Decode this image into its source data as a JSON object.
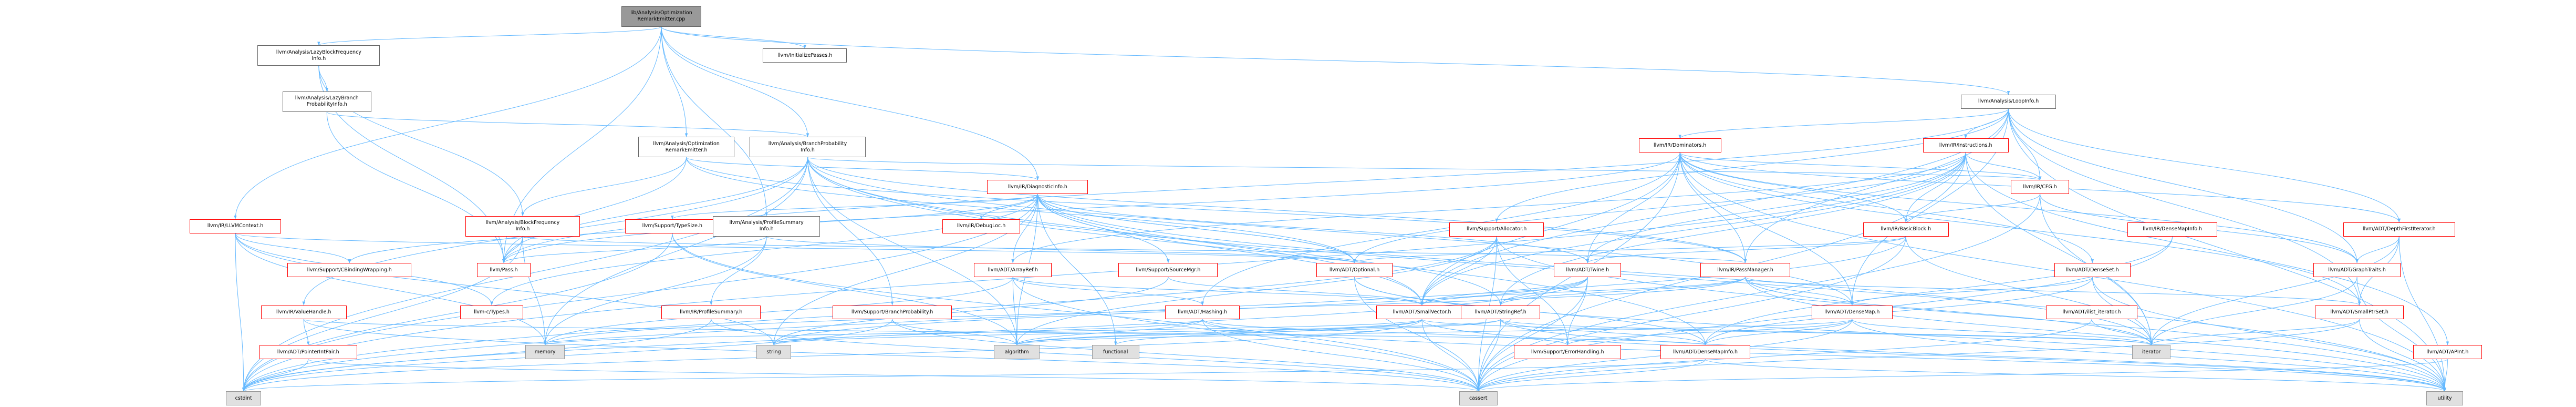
{
  "nodes": [
    {
      "id": "root",
      "label": "lib/Analysis/Optimization\nRemarkEmitter.cpp",
      "kind": "root"
    },
    {
      "id": "lazybfi",
      "label": "llvm/Analysis/LazyBlockFrequency\nInfo.h",
      "kind": "plain"
    },
    {
      "id": "initpasses",
      "label": "llvm/InitializePasses.h",
      "kind": "plain"
    },
    {
      "id": "loopinfo",
      "label": "llvm/Analysis/LoopInfo.h",
      "kind": "plain"
    },
    {
      "id": "lazybpi",
      "label": "llvm/Analysis/LazyBranch\nProbabilityInfo.h",
      "kind": "plain"
    },
    {
      "id": "ore",
      "label": "llvm/Analysis/Optimization\nRemarkEmitter.h",
      "kind": "plain"
    },
    {
      "id": "bpi",
      "label": "llvm/Analysis/BranchProbability\nInfo.h",
      "kind": "plain"
    },
    {
      "id": "dominators",
      "label": "llvm/IR/Dominators.h",
      "kind": "red"
    },
    {
      "id": "instructions",
      "label": "llvm/IR/Instructions.h",
      "kind": "red"
    },
    {
      "id": "diaginfo",
      "label": "llvm/IR/DiagnosticInfo.h",
      "kind": "red"
    },
    {
      "id": "cfg",
      "label": "llvm/IR/CFG.h",
      "kind": "red"
    },
    {
      "id": "llvmcontext",
      "label": "llvm/IR/LLVMContext.h",
      "kind": "red"
    },
    {
      "id": "blockfreq",
      "label": "llvm/Analysis/BlockFrequency\nInfo.h",
      "kind": "red"
    },
    {
      "id": "typesize",
      "label": "llvm/Support/TypeSize.h",
      "kind": "red"
    },
    {
      "id": "profsummaryinfo",
      "label": "llvm/Analysis/ProfileSummary\nInfo.h",
      "kind": "plain"
    },
    {
      "id": "debugloc",
      "label": "llvm/IR/DebugLoc.h",
      "kind": "red"
    },
    {
      "id": "allocator",
      "label": "llvm/Support/Allocator.h",
      "kind": "red"
    },
    {
      "id": "basicblock",
      "label": "llvm/IR/BasicBlock.h",
      "kind": "red"
    },
    {
      "id": "densemapinfo",
      "label": "llvm/IR/DenseMapInfo.h",
      "kind": "red"
    },
    {
      "id": "depthfirst",
      "label": "llvm/ADT/DepthFirstIterator.h",
      "kind": "red"
    },
    {
      "id": "cbinding",
      "label": "llvm/Support/CBindingWrapping.h",
      "kind": "red"
    },
    {
      "id": "pass",
      "label": "llvm/Pass.h",
      "kind": "red"
    },
    {
      "id": "arrayref",
      "label": "llvm/ADT/ArrayRef.h",
      "kind": "red"
    },
    {
      "id": "sourcemgr",
      "label": "llvm/Support/SourceMgr.h",
      "kind": "red"
    },
    {
      "id": "optional",
      "label": "llvm/ADT/Optional.h",
      "kind": "red"
    },
    {
      "id": "twine",
      "label": "llvm/ADT/Twine.h",
      "kind": "red"
    },
    {
      "id": "passmanager",
      "label": "llvm/IR/PassManager.h",
      "kind": "red"
    },
    {
      "id": "denseset",
      "label": "llvm/ADT/DenseSet.h",
      "kind": "red"
    },
    {
      "id": "graphtraits",
      "label": "llvm/ADT/GraphTraits.h",
      "kind": "red"
    },
    {
      "id": "valuehandle",
      "label": "llvm/IR/ValueHandle.h",
      "kind": "red"
    },
    {
      "id": "ctypes",
      "label": "llvm-c/Types.h",
      "kind": "red"
    },
    {
      "id": "profilesummary",
      "label": "llvm/IR/ProfileSummary.h",
      "kind": "red"
    },
    {
      "id": "branchprob",
      "label": "llvm/Support/BranchProbability.h",
      "kind": "red"
    },
    {
      "id": "hashing",
      "label": "llvm/ADT/Hashing.h",
      "kind": "red"
    },
    {
      "id": "smallvector",
      "label": "llvm/ADT/SmallVector.h",
      "kind": "red"
    },
    {
      "id": "stringref",
      "label": "llvm/ADT/StringRef.h",
      "kind": "red"
    },
    {
      "id": "densemap",
      "label": "llvm/ADT/DenseMap.h",
      "kind": "red"
    },
    {
      "id": "ilistiterator",
      "label": "llvm/ADT/ilist_iterator.h",
      "kind": "red"
    },
    {
      "id": "smallptrset",
      "label": "llvm/ADT/SmallPtrSet.h",
      "kind": "red"
    },
    {
      "id": "apint",
      "label": "llvm/ADT/APInt.h",
      "kind": "red"
    },
    {
      "id": "ptrintpair",
      "label": "llvm/ADT/PointerIntPair.h",
      "kind": "red"
    },
    {
      "id": "memory",
      "label": "memory",
      "kind": "gray"
    },
    {
      "id": "string",
      "label": "string",
      "kind": "gray"
    },
    {
      "id": "algorithm",
      "label": "algorithm",
      "kind": "gray"
    },
    {
      "id": "functional",
      "label": "functional",
      "kind": "gray"
    },
    {
      "id": "errorhandling",
      "label": "llvm/Support/ErrorHandling.h",
      "kind": "red"
    },
    {
      "id": "densemapinfo2",
      "label": "llvm/ADT/DenseMapInfo.h",
      "kind": "red"
    },
    {
      "id": "iterator",
      "label": "iterator",
      "kind": "gray"
    },
    {
      "id": "cstdint",
      "label": "cstdint",
      "kind": "gray"
    },
    {
      "id": "cassert",
      "label": "cassert",
      "kind": "gray"
    },
    {
      "id": "utility",
      "label": "utility",
      "kind": "gray"
    }
  ],
  "edges": [
    [
      "root",
      "lazybfi"
    ],
    [
      "root",
      "initpasses"
    ],
    [
      "root",
      "loopinfo"
    ],
    [
      "root",
      "ore"
    ],
    [
      "root",
      "bpi"
    ],
    [
      "root",
      "diaginfo"
    ],
    [
      "root",
      "llvmcontext"
    ],
    [
      "root",
      "pass"
    ],
    [
      "root",
      "profsummaryinfo"
    ],
    [
      "lazybfi",
      "lazybpi"
    ],
    [
      "lazybfi",
      "blockfreq"
    ],
    [
      "lazybfi",
      "pass"
    ],
    [
      "lazybpi",
      "bpi"
    ],
    [
      "lazybpi",
      "pass"
    ],
    [
      "loopinfo",
      "dominators"
    ],
    [
      "loopinfo",
      "instructions"
    ],
    [
      "loopinfo",
      "cfg"
    ],
    [
      "loopinfo",
      "allocator"
    ],
    [
      "loopinfo",
      "depthfirst"
    ],
    [
      "loopinfo",
      "graphtraits"
    ],
    [
      "loopinfo",
      "passmanager"
    ],
    [
      "loopinfo",
      "smallptrset"
    ],
    [
      "loopinfo",
      "densemap"
    ],
    [
      "loopinfo",
      "smallvector"
    ],
    [
      "loopinfo",
      "pass"
    ],
    [
      "loopinfo",
      "utility"
    ],
    [
      "ore",
      "diaginfo"
    ],
    [
      "ore",
      "blockfreq"
    ],
    [
      "ore",
      "optional"
    ],
    [
      "ore",
      "passmanager"
    ],
    [
      "ore",
      "pass"
    ],
    [
      "bpi",
      "cfg"
    ],
    [
      "bpi",
      "passmanager"
    ],
    [
      "bpi",
      "branchprob"
    ],
    [
      "bpi",
      "densemap"
    ],
    [
      "bpi",
      "densemapinfo2"
    ],
    [
      "bpi",
      "smallvector"
    ],
    [
      "bpi",
      "valuehandle"
    ],
    [
      "bpi",
      "pass"
    ],
    [
      "bpi",
      "cstdint"
    ],
    [
      "bpi",
      "memory"
    ],
    [
      "bpi",
      "algorithm"
    ],
    [
      "bpi",
      "utility"
    ],
    [
      "dominators",
      "cfg"
    ],
    [
      "dominators",
      "basicblock"
    ],
    [
      "dominators",
      "passmanager"
    ],
    [
      "dominators",
      "densemap"
    ],
    [
      "dominators",
      "denseset"
    ],
    [
      "dominators",
      "depthfirst"
    ],
    [
      "dominators",
      "graphtraits"
    ],
    [
      "dominators",
      "hashing"
    ],
    [
      "dominators",
      "smallptrset"
    ],
    [
      "dominators",
      "smallvector"
    ],
    [
      "dominators",
      "twine"
    ],
    [
      "dominators",
      "pass"
    ],
    [
      "dominators",
      "cassert"
    ],
    [
      "dominators",
      "utility"
    ],
    [
      "instructions",
      "cfg"
    ],
    [
      "instructions",
      "basicblock"
    ],
    [
      "instructions",
      "arrayref"
    ],
    [
      "instructions",
      "optional"
    ],
    [
      "instructions",
      "smallvector"
    ],
    [
      "instructions",
      "stringref"
    ],
    [
      "instructions",
      "twine"
    ],
    [
      "instructions",
      "iterator"
    ],
    [
      "instructions",
      "cassert"
    ],
    [
      "instructions",
      "cstdint"
    ],
    [
      "instructions",
      "apint"
    ],
    [
      "diaginfo",
      "debugloc"
    ],
    [
      "diaginfo",
      "arrayref"
    ],
    [
      "diaginfo",
      "optional"
    ],
    [
      "diaginfo",
      "smallvector"
    ],
    [
      "diaginfo",
      "stringref"
    ],
    [
      "diaginfo",
      "twine"
    ],
    [
      "diaginfo",
      "cbinding"
    ],
    [
      "diaginfo",
      "typesize"
    ],
    [
      "diaginfo",
      "sourcemgr"
    ],
    [
      "diaginfo",
      "ctypes"
    ],
    [
      "diaginfo",
      "algorithm"
    ],
    [
      "diaginfo",
      "cstdint"
    ],
    [
      "diaginfo",
      "functional"
    ],
    [
      "diaginfo",
      "iterator"
    ],
    [
      "diaginfo",
      "optional"
    ],
    [
      "diaginfo",
      "string"
    ],
    [
      "cfg",
      "basicblock"
    ],
    [
      "cfg",
      "graphtraits"
    ],
    [
      "cfg",
      "iterator"
    ],
    [
      "cfg",
      "cassert"
    ],
    [
      "cfg",
      "cstddef"
    ],
    [
      "llvmcontext",
      "cbinding"
    ],
    [
      "llvmcontext",
      "ctypes"
    ],
    [
      "llvmcontext",
      "optional"
    ],
    [
      "llvmcontext",
      "memory"
    ],
    [
      "llvmcontext",
      "string"
    ],
    [
      "llvmcontext",
      "cstdint"
    ],
    [
      "blockfreq",
      "pass"
    ],
    [
      "blockfreq",
      "passmanager"
    ],
    [
      "blockfreq",
      "cstdint"
    ],
    [
      "blockfreq",
      "memory"
    ],
    [
      "typesize",
      "algorithm"
    ],
    [
      "typesize",
      "cassert"
    ],
    [
      "typesize",
      "cstdint"
    ],
    [
      "profsummaryinfo",
      "profilesummary"
    ],
    [
      "profsummaryinfo",
      "pass"
    ],
    [
      "profsummaryinfo",
      "optional"
    ],
    [
      "profsummaryinfo",
      "memory"
    ],
    [
      "allocator",
      "smallvector"
    ],
    [
      "allocator",
      "errorhandling"
    ],
    [
      "allocator",
      "algorithm"
    ],
    [
      "allocator",
      "cassert"
    ],
    [
      "allocator",
      "cstdint"
    ],
    [
      "allocator",
      "utility"
    ],
    [
      "basicblock",
      "twine"
    ],
    [
      "basicblock",
      "iterator"
    ],
    [
      "basicblock",
      "cassert"
    ],
    [
      "basicblock",
      "cstdint"
    ],
    [
      "basicblock",
      "optional"
    ],
    [
      "densemapinfo",
      "densemapinfo2"
    ],
    [
      "densemapinfo",
      "cassert"
    ],
    [
      "depthfirst",
      "graphtraits"
    ],
    [
      "depthfirst",
      "smallptrset"
    ],
    [
      "depthfirst",
      "iterator"
    ],
    [
      "depthfirst",
      "utility"
    ],
    [
      "arrayref",
      "hashing"
    ],
    [
      "arrayref",
      "smallvector"
    ],
    [
      "arrayref",
      "algorithm"
    ],
    [
      "arrayref",
      "cassert"
    ],
    [
      "arrayref",
      "memory"
    ],
    [
      "sourcemgr",
      "smallvector"
    ],
    [
      "sourcemgr",
      "string"
    ],
    [
      "optional",
      "densemapinfo2"
    ],
    [
      "optional",
      "utility"
    ],
    [
      "optional",
      "cassert"
    ],
    [
      "twine",
      "smallvector"
    ],
    [
      "twine",
      "stringref"
    ],
    [
      "twine",
      "errorhandling"
    ],
    [
      "twine",
      "cassert"
    ],
    [
      "twine",
      "cstdint"
    ],
    [
      "twine",
      "string"
    ],
    [
      "passmanager",
      "densemap"
    ],
    [
      "passmanager",
      "smallptrset"
    ],
    [
      "passmanager",
      "smallvector"
    ],
    [
      "passmanager",
      "stringref"
    ],
    [
      "passmanager",
      "memory"
    ],
    [
      "passmanager",
      "iterator"
    ],
    [
      "passmanager",
      "utility"
    ],
    [
      "denseset",
      "densemap"
    ],
    [
      "denseset",
      "densemapinfo2"
    ],
    [
      "denseset",
      "iterator"
    ],
    [
      "denseset",
      "utility"
    ],
    [
      "denseset",
      "cstddef"
    ],
    [
      "graphtraits",
      "iterator"
    ],
    [
      "graphtraits",
      "utility"
    ],
    [
      "valuehandle",
      "ptrintpair"
    ],
    [
      "valuehandle",
      "densemapinfo2"
    ],
    [
      "valuehandle",
      "cassert"
    ],
    [
      "profilesummary",
      "cassert"
    ],
    [
      "profilesummary",
      "cstdint"
    ],
    [
      "branchprob",
      "cassert"
    ],
    [
      "branchprob",
      "algorithm"
    ],
    [
      "branchprob",
      "cstdint"
    ],
    [
      "hashing",
      "errorhandling"
    ],
    [
      "hashing",
      "algorithm"
    ],
    [
      "hashing",
      "cassert"
    ],
    [
      "hashing",
      "string"
    ],
    [
      "hashing",
      "utility"
    ],
    [
      "smallvector",
      "algorithm"
    ],
    [
      "smallvector",
      "cassert"
    ],
    [
      "smallvector",
      "cstdint"
    ],
    [
      "smallvector",
      "iterator"
    ],
    [
      "smallvector",
      "memory"
    ],
    [
      "smallvector",
      "functional"
    ],
    [
      "smallvector",
      "utility"
    ],
    [
      "stringref",
      "densemapinfo2"
    ],
    [
      "stringref",
      "algorithm"
    ],
    [
      "stringref",
      "cassert"
    ],
    [
      "stringref",
      "string"
    ],
    [
      "stringref",
      "utility"
    ],
    [
      "stringref",
      "iterator"
    ],
    [
      "densemap",
      "densemapinfo2"
    ],
    [
      "densemap",
      "errorhandling"
    ],
    [
      "densemap",
      "algorithm"
    ],
    [
      "densemap",
      "cassert"
    ],
    [
      "densemap",
      "iterator"
    ],
    [
      "densemap",
      "utility"
    ],
    [
      "ilistiterator",
      "iterator"
    ],
    [
      "ilistiterator",
      "cassert"
    ],
    [
      "smallptrset",
      "cassert"
    ],
    [
      "smallptrset",
      "iterator"
    ],
    [
      "smallptrset",
      "utility"
    ],
    [
      "apint",
      "cassert"
    ],
    [
      "apint",
      "utility"
    ],
    [
      "ptrintpair",
      "cstdint"
    ],
    [
      "ptrintpair",
      "cassert"
    ],
    [
      "densemapinfo2",
      "cassert"
    ],
    [
      "densemapinfo2",
      "cstdint"
    ],
    [
      "densemapinfo2",
      "utility"
    ]
  ]
}
